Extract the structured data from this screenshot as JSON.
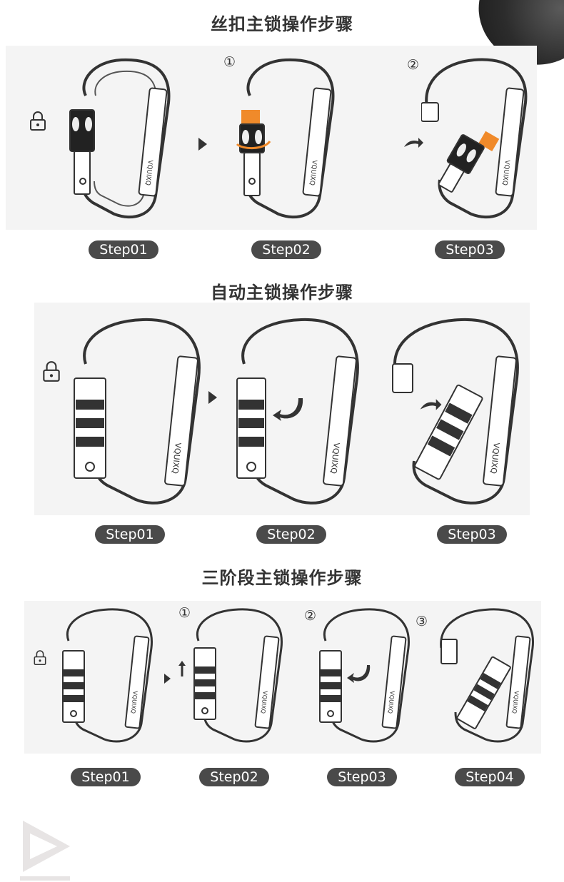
{
  "sections": [
    {
      "title": "丝扣主锁操作步骤",
      "steps": [
        "Step01",
        "Step02",
        "Step03"
      ],
      "notes": [
        "①",
        "②"
      ]
    },
    {
      "title": "自动主锁操作步骤",
      "steps": [
        "Step01",
        "Step02",
        "Step03"
      ]
    },
    {
      "title": "三阶段主锁操作步骤",
      "steps": [
        "Step01",
        "Step02",
        "Step03",
        "Step04"
      ],
      "notes": [
        "①",
        "②",
        "③"
      ]
    }
  ],
  "brand_text": "VQUIXQ",
  "colors": {
    "accent": "#f08a2a",
    "pill_bg": "#4a4a4a",
    "panel_bg": "#f4f4f4",
    "line": "#333333"
  },
  "icons": [
    "lock-icon",
    "play-arrow-icon",
    "curved-arrow-icon",
    "up-arrow-icon",
    "rotate-arrow-icon"
  ]
}
